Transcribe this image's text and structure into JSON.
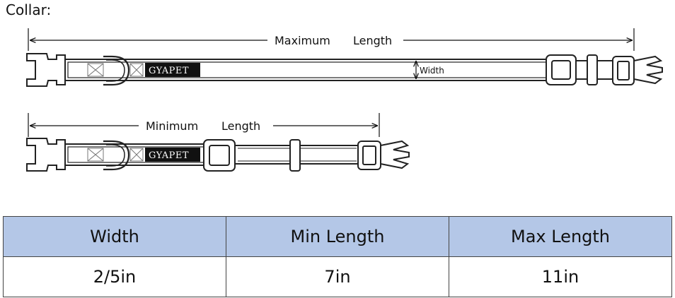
{
  "title": "Collar:",
  "max_label_left": "Maximum",
  "max_label_right": "Length",
  "min_label_left": "Minimum",
  "min_label_right": "Length",
  "width_label": "Width",
  "brand": "GYAPET",
  "table": {
    "headers": [
      "Width",
      "Min Length",
      "Max Length"
    ],
    "rows": [
      [
        "2/5in",
        "7in",
        "11in"
      ]
    ],
    "header_color": "#b4c7e7"
  }
}
